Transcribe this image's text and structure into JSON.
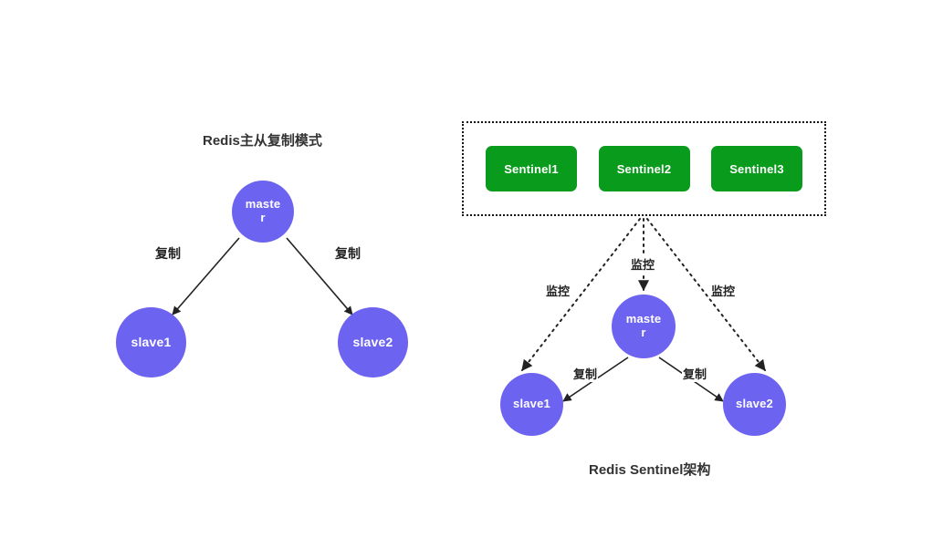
{
  "colors": {
    "node_fill": "#6c63f0",
    "sentinel_fill": "#099b1b",
    "background": "#ffffff",
    "line": "#222222",
    "title_text": "#333333"
  },
  "diagrams": [
    {
      "id": "master-slave-replication",
      "title": "Redis主从复制模式",
      "nodes": [
        {
          "id": "master",
          "label": "master"
        },
        {
          "id": "slave1",
          "label": "slave1"
        },
        {
          "id": "slave2",
          "label": "slave2"
        }
      ],
      "edges": [
        {
          "from": "master",
          "to": "slave1",
          "label": "复制",
          "style": "solid"
        },
        {
          "from": "master",
          "to": "slave2",
          "label": "复制",
          "style": "solid"
        }
      ]
    },
    {
      "id": "redis-sentinel-architecture",
      "title": "Redis Sentinel架构",
      "sentinels": [
        {
          "id": "sentinel1",
          "label": "Sentinel1"
        },
        {
          "id": "sentinel2",
          "label": "Sentinel2"
        },
        {
          "id": "sentinel3",
          "label": "Sentinel3"
        }
      ],
      "nodes": [
        {
          "id": "master",
          "label": "master"
        },
        {
          "id": "slave1",
          "label": "slave1"
        },
        {
          "id": "slave2",
          "label": "slave2"
        }
      ],
      "edges": [
        {
          "from": "sentinels",
          "to": "master",
          "label": "监控",
          "style": "dotted"
        },
        {
          "from": "sentinels",
          "to": "slave1",
          "label": "监控",
          "style": "dotted"
        },
        {
          "from": "sentinels",
          "to": "slave2",
          "label": "监控",
          "style": "dotted"
        },
        {
          "from": "master",
          "to": "slave1",
          "label": "复制",
          "style": "solid"
        },
        {
          "from": "master",
          "to": "slave2",
          "label": "复制",
          "style": "solid"
        }
      ]
    }
  ]
}
